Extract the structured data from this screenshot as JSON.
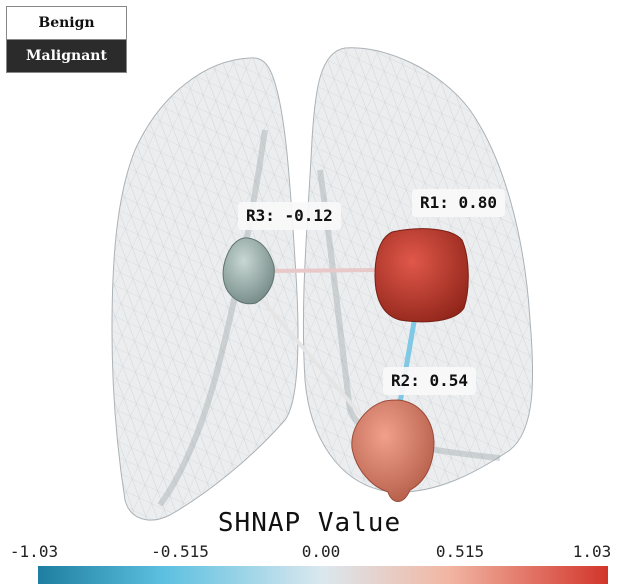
{
  "legend": {
    "benign": "Benign",
    "malignant": "Malignant",
    "selected": "Malignant"
  },
  "regions": [
    {
      "id": "R1",
      "label": "R1: 0.80",
      "value": 0.8,
      "color": "#c0392b"
    },
    {
      "id": "R2",
      "label": "R2: 0.54",
      "value": 0.54,
      "color": "#d9735f"
    },
    {
      "id": "R3",
      "label": "R3: -0.12",
      "value": -0.12,
      "color": "#9fb4b0"
    }
  ],
  "colorbar": {
    "title": "SHNAP Value",
    "ticks": [
      "-1.03",
      "-0.515",
      "0.00",
      "0.515",
      "1.03"
    ],
    "min": -1.03,
    "max": 1.03,
    "colors": [
      "#1e7ea1",
      "#5cc0e0",
      "#dbe8ee",
      "#f2b6a3",
      "#d2352a"
    ]
  }
}
